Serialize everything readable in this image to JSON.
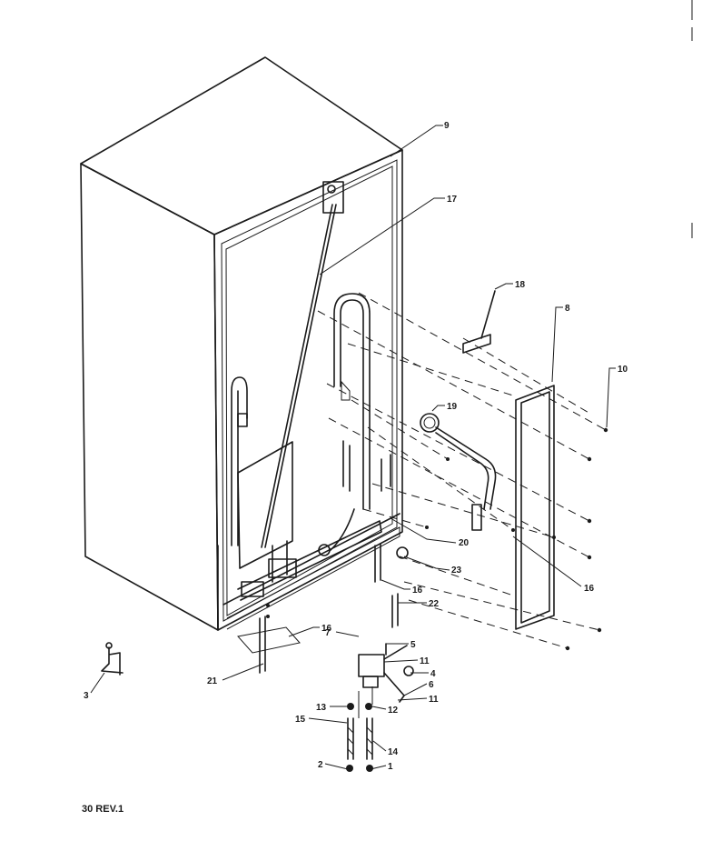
{
  "footer_text": "30 REV.1",
  "callouts": [
    "1",
    "2",
    "3",
    "4",
    "5",
    "6",
    "7",
    "8",
    "9",
    "10",
    "11",
    "12",
    "13",
    "14",
    "15",
    "16",
    "17",
    "18",
    "19",
    "20",
    "21",
    "22",
    "23"
  ]
}
